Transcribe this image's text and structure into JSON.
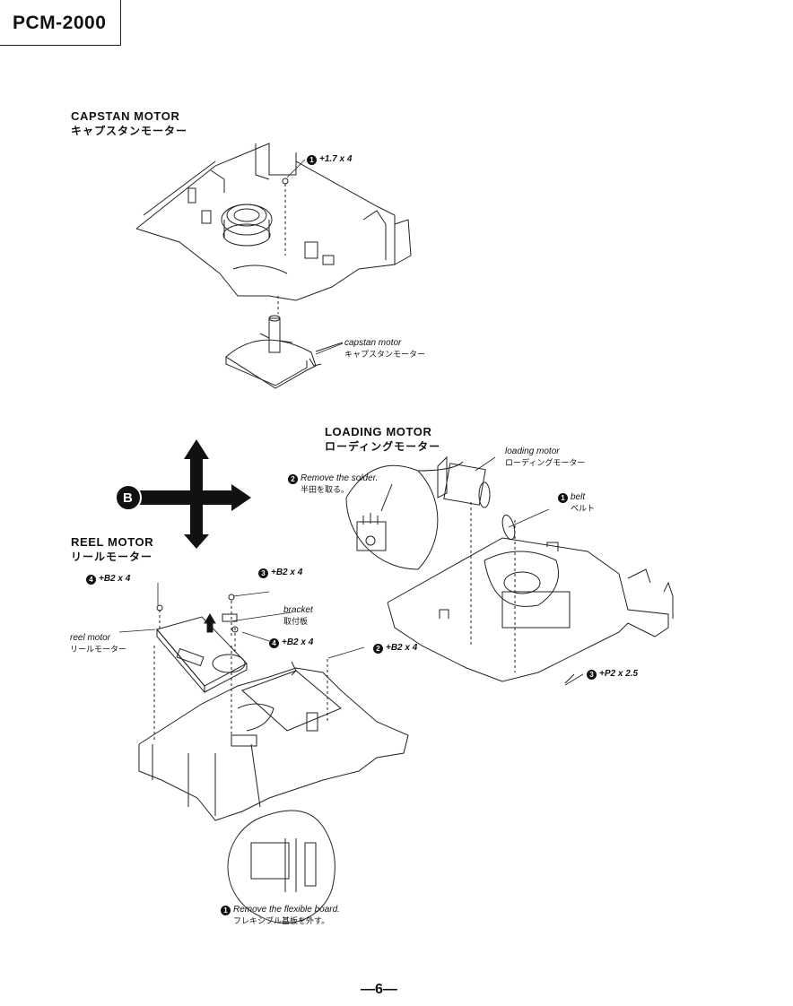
{
  "header": {
    "model": "PCM-2000"
  },
  "capstan": {
    "heading_en": "CAPSTAN MOTOR",
    "heading_jp": "キャプスタンモーター",
    "screw": "+1.7 x 4",
    "screw_num": "1",
    "part_en": "capstan motor",
    "part_jp": "キャプスタンモーター"
  },
  "loading": {
    "heading_en": "LOADING MOTOR",
    "heading_jp": "ローディングモーター",
    "solder_num": "2",
    "solder_en": "Remove the solder.",
    "solder_jp": "半田を取る。",
    "part_en": "loading motor",
    "part_jp": "ローディングモーター",
    "belt_num": "1",
    "belt_en": "belt",
    "belt_jp": "ベルト",
    "screw_num": "3",
    "screw": "+P2 x 2.5"
  },
  "reel": {
    "heading_en": "REEL MOTOR",
    "heading_jp": "リールモーター",
    "direction_label": "B",
    "screw4_num": "4",
    "screw4": "+B2 x 4",
    "screw3_num": "3",
    "screw3": "+B2 x 4",
    "bracket_en": "bracket",
    "bracket_jp": "取付板",
    "part_en": "reel motor",
    "part_jp": "リールモーター",
    "screw4b_num": "4",
    "screw4b": "+B2 x 4",
    "screw2_num": "2",
    "screw2": "+B2 x 4",
    "flex_num": "1",
    "flex_en": "Remove the flexible board.",
    "flex_jp": "フレキシブル基板を外す。"
  },
  "footer": {
    "page": "—6—"
  }
}
